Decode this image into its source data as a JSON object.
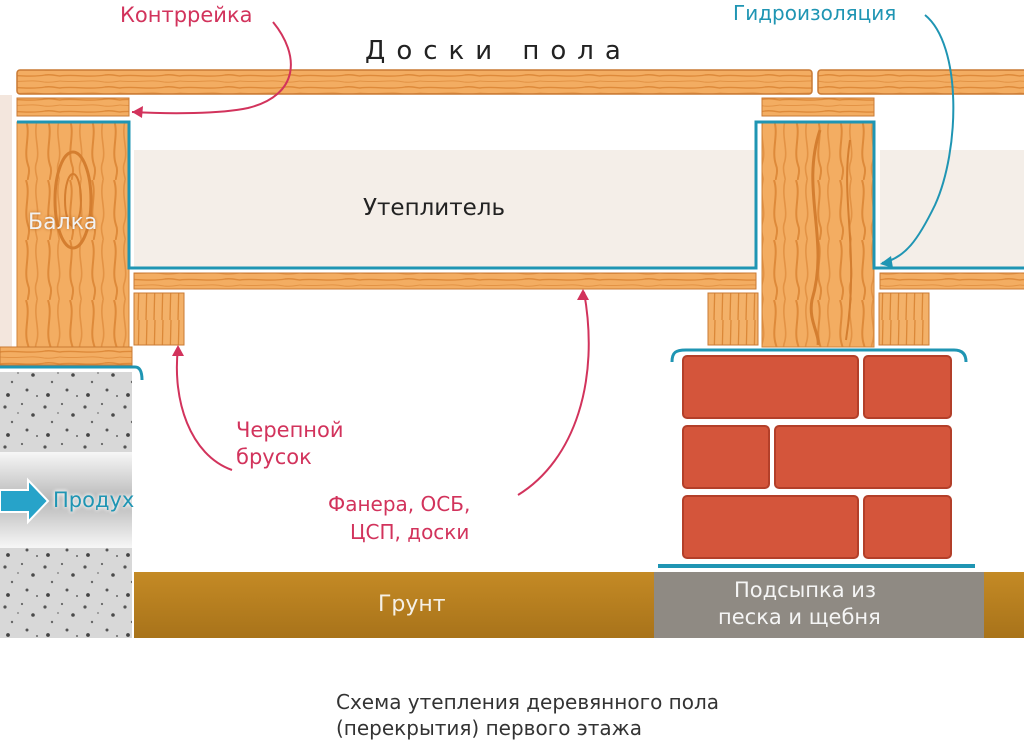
{
  "labels": {
    "floor_boards": "Доски пола",
    "counter_batten": "Контррейка",
    "waterproofing": "Гидроизоляция",
    "insulation": "Утеплитель",
    "beam": "Балка",
    "cranial_bar_line1": "Черепной",
    "cranial_bar_line2": "брусок",
    "sheathing_line1": "Фанера, ОСБ,",
    "sheathing_line2": "ЦСП, доски",
    "air_vent": "Продух",
    "ground": "Грунт",
    "backfill_line1": "Подсыпка из",
    "backfill_line2": "песка и щебня"
  },
  "caption": {
    "line1": "Схема утепления деревянного пола",
    "line2": "(перекрытия) первого этажа"
  },
  "colors": {
    "wood": "#f0a85a",
    "wood_grain": "#d97a2a",
    "insulation": "#f4efe9",
    "waterproofing": "#1f95b3",
    "brick": "#d4553b",
    "ground": "#b8801f",
    "backfill": "#8f8a83",
    "concrete": "#d6d6d6",
    "label_pink": "#d2335c",
    "label_blue": "#1f95b3"
  }
}
